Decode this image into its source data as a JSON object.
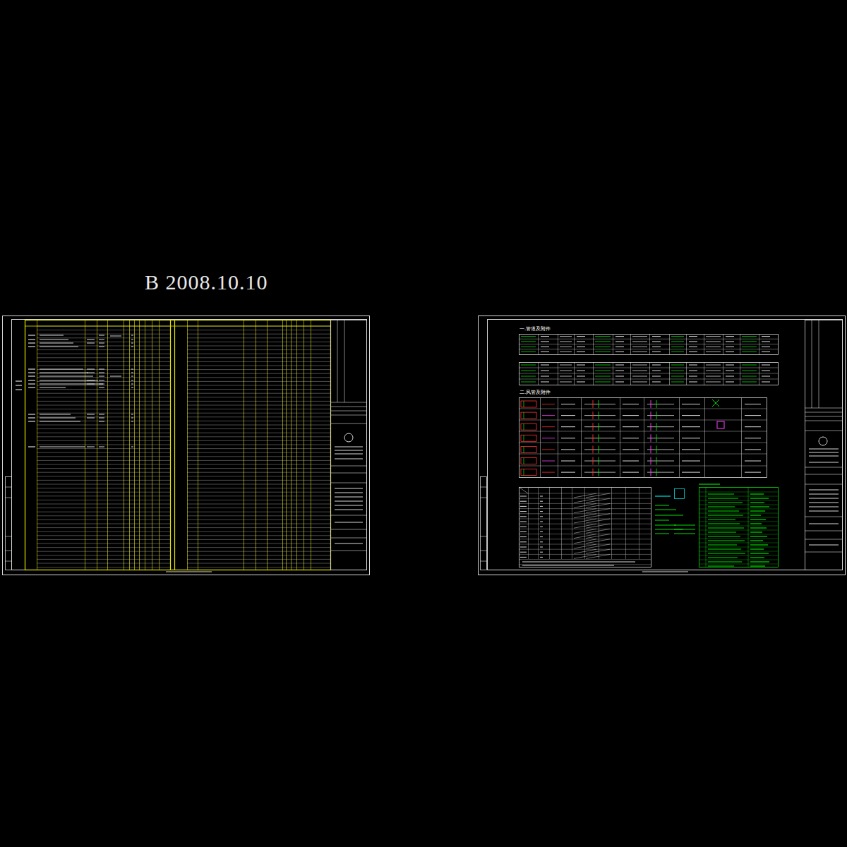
{
  "diagram": {
    "title": "B 2008.10.10",
    "labels": [
      "一.管道及附件",
      "二.风管及附件"
    ]
  }
}
